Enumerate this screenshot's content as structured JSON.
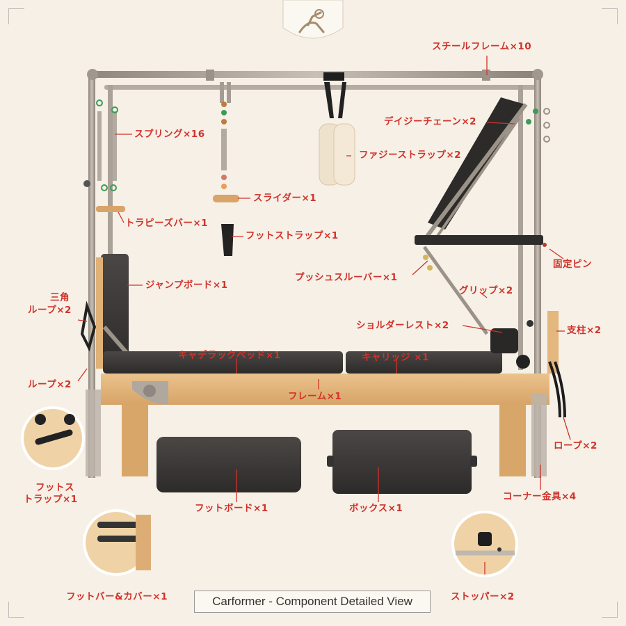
{
  "caption": "Carformer - Component Detailed View",
  "labels": {
    "steel_frame": "スチールフレーム×10",
    "daisy_chain": "デイジーチェーン×2",
    "fuzzy_strap": "ファジーストラップ×2",
    "spring": "スプリング×16",
    "slider": "スライダー×1",
    "trapeze_bar": "トラピーズバー×1",
    "foot_strap_top": "フットストラップ×1",
    "fixed_pin": "固定ピン",
    "jump_board": "ジャンプボード×1",
    "push_through_bar": "プッシュスルーバー×1",
    "triangle_loop_1": "三角",
    "triangle_loop_2": "ループ×2",
    "grip": "グリップ×2",
    "shoulder_rest": "ショルダーレスト×2",
    "post": "支柱×2",
    "loop": "ループ×2",
    "cadillac_bed": "キャデラックベッド×1",
    "carriage": "キャリッジ ×1",
    "frame": "フレーム×1",
    "rope": "ロープ×2",
    "foot_strap_left_1": "フットス",
    "foot_strap_left_2": "トラップ×1",
    "footboard": "フットボード×1",
    "box": "ボックス×1",
    "corner_fitting": "コーナー金具×4",
    "footbar_cover": "フットバー&カバー×1",
    "stopper": "ストッパー×2"
  },
  "icons": [
    "yoga-logo-icon"
  ],
  "colors": {
    "label_red": "#d1322b",
    "background": "#f6f0e6",
    "wood": "#e2b277",
    "steel": "#a39a8f",
    "leather": "#3c3a38"
  }
}
